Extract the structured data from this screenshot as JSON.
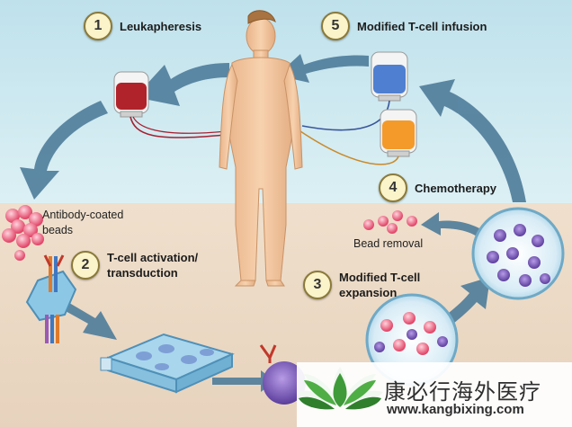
{
  "steps": [
    {
      "num": "1",
      "label": "Leukapheresis"
    },
    {
      "num": "2",
      "label_line1": "T-cell activation/",
      "label_line2": "transduction"
    },
    {
      "num": "3",
      "label_line1": "Modified T-cell",
      "label_line2": "expansion"
    },
    {
      "num": "4",
      "label": "Chemotherapy"
    },
    {
      "num": "5",
      "label": "Modified T-cell infusion"
    }
  ],
  "notes": {
    "beads_line1": "Antibody-coated",
    "beads_line2": "beads",
    "bead_removal": "Bead removal"
  },
  "watermark": {
    "chinese": "康必行海外医疗",
    "url": "www.kangbixing.com"
  },
  "colors": {
    "sky_top": "#bfe1ec",
    "sky_bottom": "#d9eef3",
    "ground": "#eddcc9",
    "arrow": "#4e7c9a",
    "skin": "#f2c6a0",
    "blood": "#b0232b",
    "blue_bag": "#4f7fd0",
    "orange_bag": "#f39a2b",
    "bead": "#ee5c7a",
    "logo_green": "#3f9a3a"
  }
}
